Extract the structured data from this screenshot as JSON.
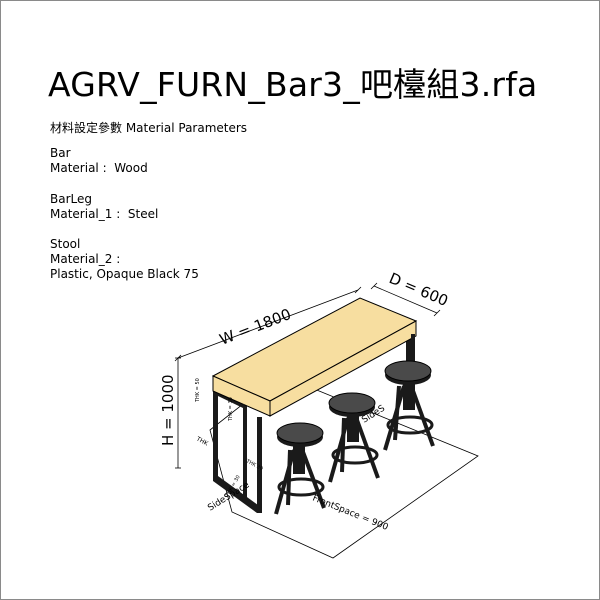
{
  "title": "AGRV_FURN_Bar3_吧檯組3.rfa",
  "heading": "材料設定參數 Material Parameters",
  "materials": [
    {
      "name": "Bar",
      "param": "Material :",
      "value": "Wood"
    },
    {
      "name": "BarLeg",
      "param": "Material_1 :",
      "value": "Steel"
    },
    {
      "name": "Stool",
      "param": "Material_2 :",
      "value": "Plastic, Opaque Black 75"
    }
  ],
  "dimensions": {
    "width": "W = 1800",
    "depth": "D = 600",
    "height": "H = 1000",
    "front_space": "FrontSpace = 900",
    "side_space": "SideSpace",
    "side_space_right": "SideS",
    "thk_1": "THK = 50",
    "thk_2": "THK = 30",
    "thk_3": "THK",
    "thk_4": "THK 30",
    "thk_5": "THK = 30"
  },
  "colors": {
    "bar_top": "#f7dea0",
    "frame": "#1a1a1a",
    "floor": "#ffffff",
    "outline": "#000000"
  }
}
